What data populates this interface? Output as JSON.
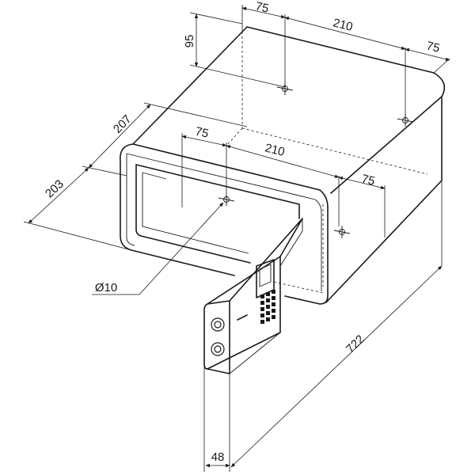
{
  "drawing": {
    "dimensions": {
      "d_75_top_left": "75",
      "d_210_top": "210",
      "d_75_top_right": "75",
      "d_95": "95",
      "d_207": "207",
      "d_75_mid_left": "75",
      "d_210_mid": "210",
      "d_75_mid_right": "75",
      "d_203": "203",
      "d_diameter": "Ø10",
      "d_722": "722",
      "d_48": "48"
    },
    "icons": [
      "mounting-hole-icon",
      "keypad-icon",
      "knob-icon"
    ]
  }
}
